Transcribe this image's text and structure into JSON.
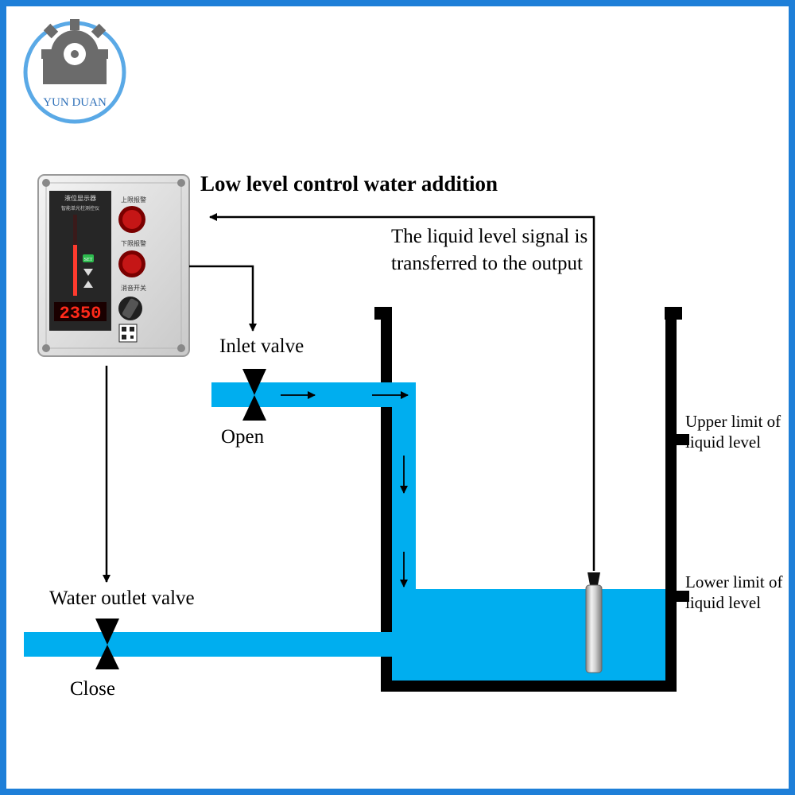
{
  "brand": {
    "name": "YUN DUAN"
  },
  "labels": {
    "low_level_control": "Low level control water addition",
    "signal_transfer_line1": "The liquid level signal is",
    "signal_transfer_line2": "transferred to the output",
    "inlet_valve": "Inlet valve",
    "inlet_state": "Open",
    "outlet_valve": "Water outlet valve",
    "outlet_state": "Close",
    "upper_limit_line1": "Upper limit of",
    "upper_limit_line2": "liquid level",
    "lower_limit_line1": "Lower limit of",
    "lower_limit_line2": "liquid level"
  },
  "controller": {
    "display_value": "2350",
    "upper_alarm_label": "上限报警",
    "lower_alarm_label": "下限报警",
    "mute_switch_label": "消音开关",
    "panel_title": "液位显示器",
    "panel_subtitle": "智能单光柱测控仪",
    "set_button": "SET"
  },
  "colors": {
    "frame": "#1e7fd8",
    "water": "#00aeef",
    "tank": "#000000",
    "logo_gear": "#6b6b6b",
    "logo_ring": "#5aa9e6"
  }
}
